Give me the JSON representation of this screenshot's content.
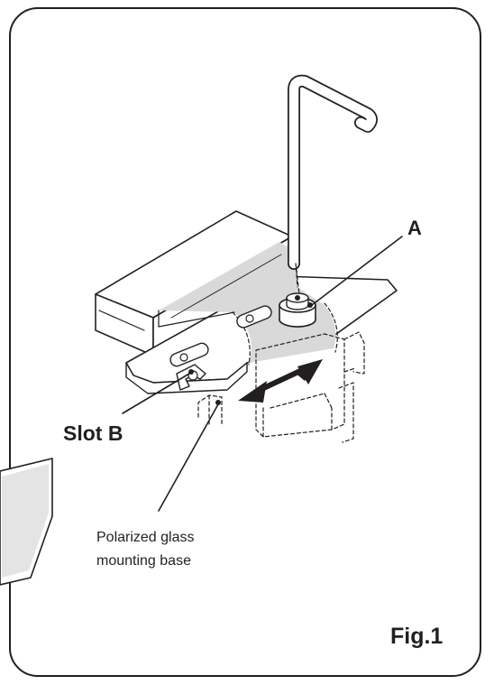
{
  "figure": {
    "label_a": "A",
    "label_slot_b": "Slot B",
    "caption_line1": "Polarized glass",
    "caption_line2": "mounting base",
    "figure_number": "Fig.1"
  },
  "colors": {
    "line": "#231f20",
    "shade": "#d9d9d9",
    "background": "#ffffff"
  },
  "icons": {
    "tool": "hex-key-icon",
    "arrow": "double-arrow-icon"
  }
}
